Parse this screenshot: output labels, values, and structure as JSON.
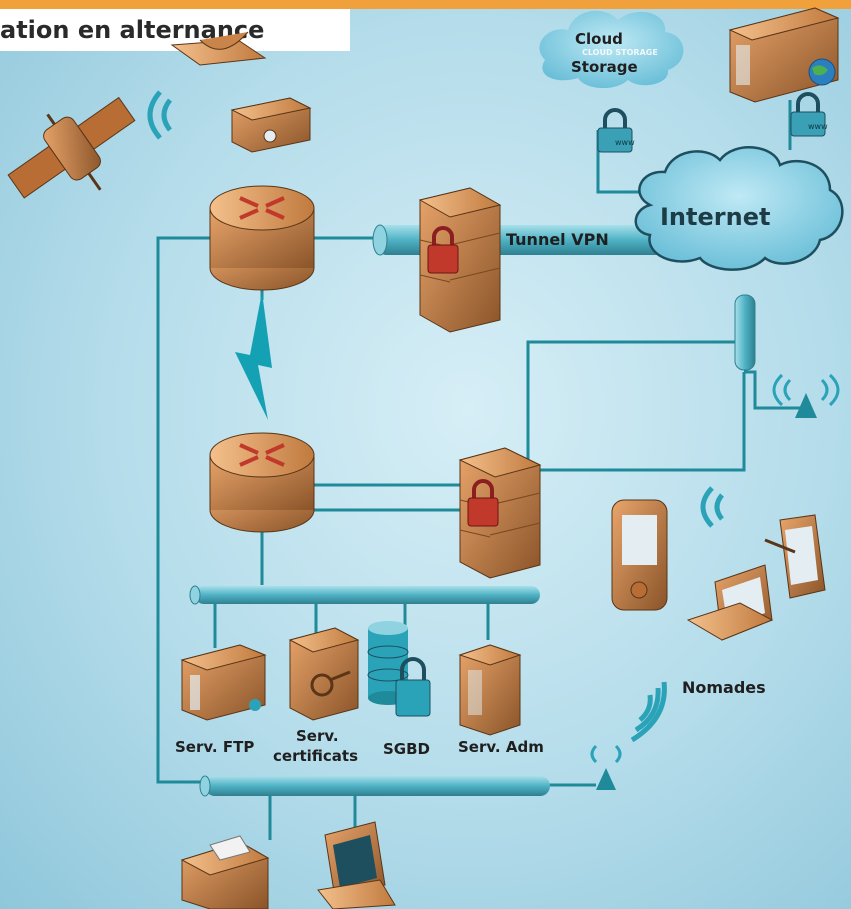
{
  "title": "ation en alternance",
  "labels": {
    "cloud_line1": "Cloud",
    "cloud_line2": "Storage",
    "cloud_inner": "CLOUD STORAGE",
    "internet": "Internet",
    "tunnel_vpn": "Tunnel VPN",
    "nomades": "Nomades",
    "serv_ftp": "Serv. FTP",
    "serv_cert_line1": "Serv.",
    "serv_cert_line2": "certificats",
    "sgbd": "SGBD",
    "serv_adm": "Serv. Adm",
    "www_left": "www",
    "www_right": "www"
  },
  "colors": {
    "accent": "#f0a13c",
    "device_orange": "#c9844a",
    "cable_teal": "#4fb2c5",
    "line_teal": "#1f8a9a",
    "wireless_teal": "#2aa3b8",
    "lock_red": "#c0392b",
    "background": "#c4e4ef"
  }
}
